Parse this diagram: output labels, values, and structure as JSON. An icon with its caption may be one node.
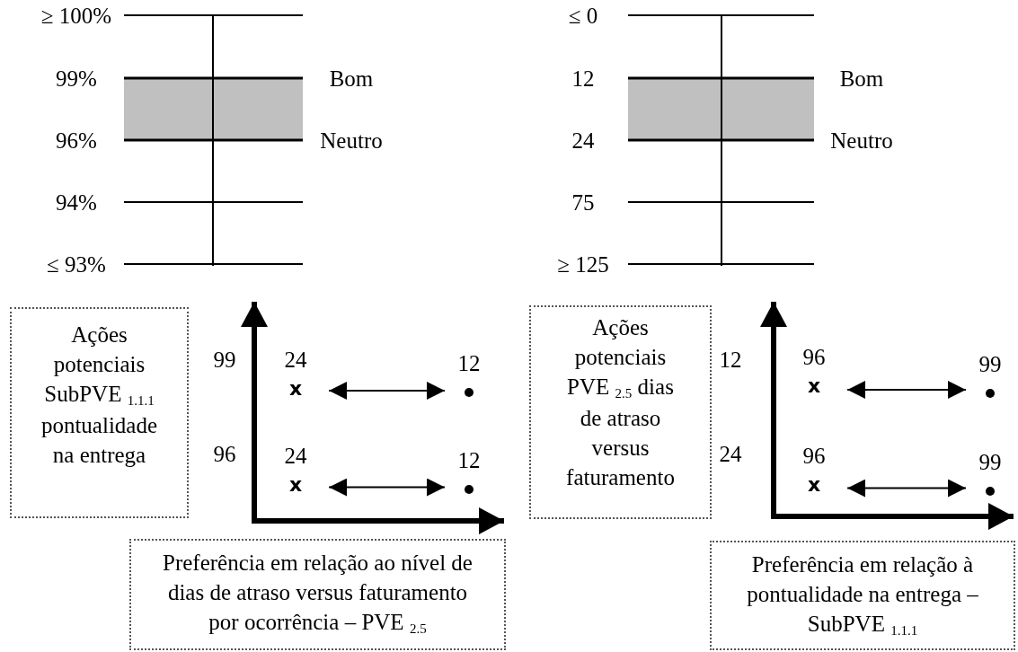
{
  "diagram": {
    "nodes": [
      {
        "text": [
          "Ações potenciais SubPVE $_{1.1.1}$ pontualidade na entrega"
        ]
      },
      {
        "text": [
          "x"
        ],
        "beside": [
          "24"
        ]
      },
      {
        "text": [],
        "shape": "circle",
        "beside": [
          "12"
        ]
      },
      {
        "text": [
          "x"
        ],
        "beside": [
          "24"
        ]
      },
      {
        "text": [],
        "shape": "circle",
        "beside": [
          "12"
        ]
      },
      {
        "text": [
          "Preferência em relação ao nível de dias de atraso versus faturamento por ocorrência – PVE $_{2.5}$"
        ]
      },
      {
        "text": [
          "Ações potenciais PVE $_{2.5}$ dias de atraso versus faturamento"
        ]
      },
      {
        "text": [
          "x"
        ],
        "beside": [
          "96"
        ]
      },
      {
        "text": [],
        "shape": "circle",
        "beside": [
          "99"
        ]
      },
      {
        "text": [
          "x"
        ],
        "beside": [
          "96"
        ]
      },
      {
        "text": [],
        "shape": "circle",
        "beside": [
          "99"
        ]
      },
      {
        "text": [
          "Preferência em relação à pontualidade na entrega – SubPVE $_{1.1.1}$"
        ]
      }
    ],
    "edges": [
      {
        "from": 1,
        "to": 2,
        "arrow": "both"
      },
      {
        "from": 3,
        "to": 4,
        "arrow": "both"
      },
      {
        "from": 7,
        "to": 8,
        "arrow": "both"
      },
      {
        "from": 9,
        "to": 10,
        "arrow": "both"
      }
    ],
    "labels": [
      "≥ 100%",
      "99%",
      "96%",
      "94%",
      "≤ 93%",
      "Bom",
      "Neutro",
      "≤ 0",
      "12",
      "24",
      "75",
      "≥ 125",
      "Bom",
      "Neutro",
      "99",
      "96",
      "12",
      "24"
    ]
  }
}
